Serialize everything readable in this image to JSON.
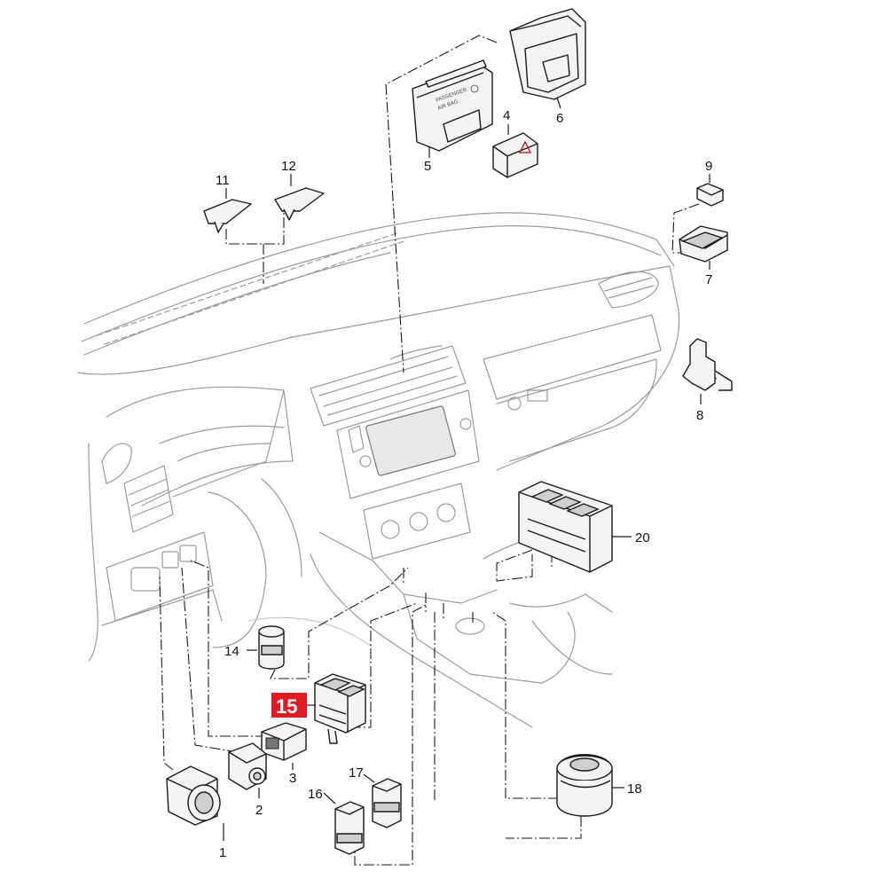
{
  "diagram": {
    "highlight_color": "#e11b22",
    "highlighted": "15",
    "callouts": {
      "n1": "1",
      "n2": "2",
      "n3": "3",
      "n4": "4",
      "n5": "5",
      "n6": "6",
      "n7": "7",
      "n8": "8",
      "n9": "9",
      "n11": "11",
      "n12": "12",
      "n14": "14",
      "n15": "15",
      "n16": "16",
      "n17": "17",
      "n18": "18",
      "n20": "20"
    }
  }
}
